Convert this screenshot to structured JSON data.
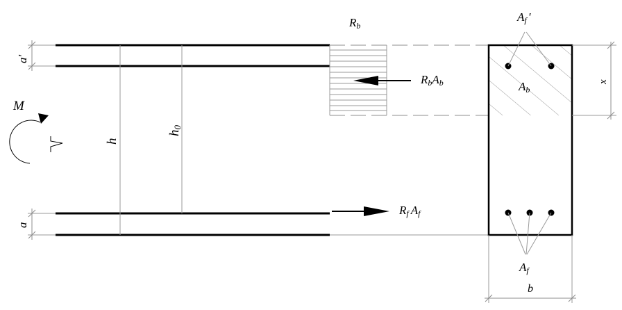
{
  "labels": {
    "a_prime": "a'",
    "a": "a",
    "moment": "M",
    "h": "h",
    "h0": "h",
    "h0_sub": "0",
    "Rb_top": "R",
    "Rb_top_sub": "b",
    "RbAb_R": "R",
    "RbAb_sub1": "b",
    "RbAb_A": "A",
    "RbAb_sub2": "b",
    "RfAf_R": "R",
    "RfAf_sub1": "f",
    "RfAf_A": "A",
    "RfAf_sub2": "f",
    "Af_prime": "A",
    "Af_prime_sub": "f",
    "Af_prime_mark": "'",
    "Ab": "A",
    "Ab_sub": "b",
    "x": "x",
    "Af": "A",
    "Af_sub": "f",
    "b": "b"
  }
}
